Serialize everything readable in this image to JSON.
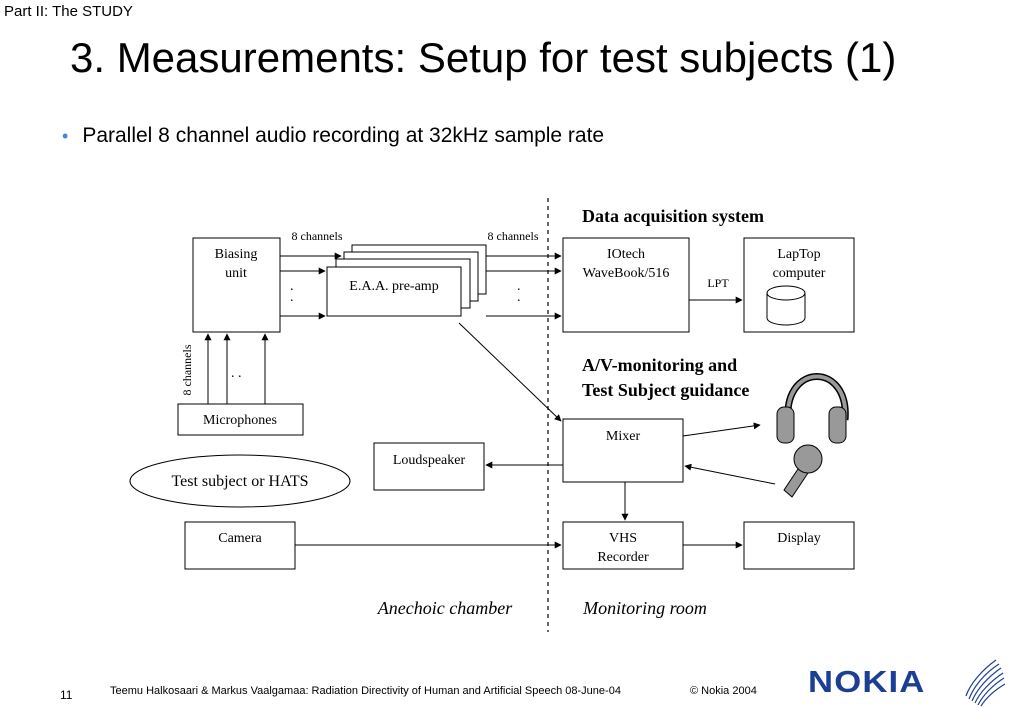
{
  "header": {
    "section": "Part II: The STUDY",
    "title": "3. Measurements: Setup for test subjects (1)"
  },
  "bullets": [
    "Parallel 8 channel audio recording at 32kHz sample rate"
  ],
  "diagram": {
    "headings": {
      "daq": "Data acquisition system",
      "av_line1": "A/V-monitoring and",
      "av_line2": "Test Subject guidance"
    },
    "blocks": {
      "biasing": [
        "Biasing",
        "unit"
      ],
      "preamp": "E.A.A. pre-amp",
      "iotech": [
        "IOtech",
        "WaveBook/516"
      ],
      "laptop": [
        "LapTop",
        "computer"
      ],
      "microphones": "Microphones",
      "mixer": "Mixer",
      "loudspeaker": "Loudspeaker",
      "test_subject": "Test subject or HATS",
      "camera": "Camera",
      "vhs": [
        "VHS",
        "Recorder"
      ],
      "display": "Display"
    },
    "labels": {
      "channels_1": "8 channels",
      "channels_2": "8 channels",
      "channels_vertical": "8 channels",
      "lpt": "LPT",
      "dots_v": ".",
      "dots_h": ". ."
    },
    "rooms": {
      "left": "Anechoic chamber",
      "right": "Monitoring room"
    }
  },
  "footer": {
    "page_number": "11",
    "credit": "Teemu Halkosaari & Markus Vaalgamaa: Radiation Directivity of Human and Artificial Speech  08-June-04",
    "copyright": "© Nokia 2004",
    "brand": "NOKIA"
  },
  "colors": {
    "bullet": "#4a86d4",
    "brand": "#1b3f94",
    "headset": "#999999"
  },
  "icons": [
    "headphones-icon",
    "microphone-icon",
    "disk-icon",
    "nokia-wave-logo-icon"
  ]
}
